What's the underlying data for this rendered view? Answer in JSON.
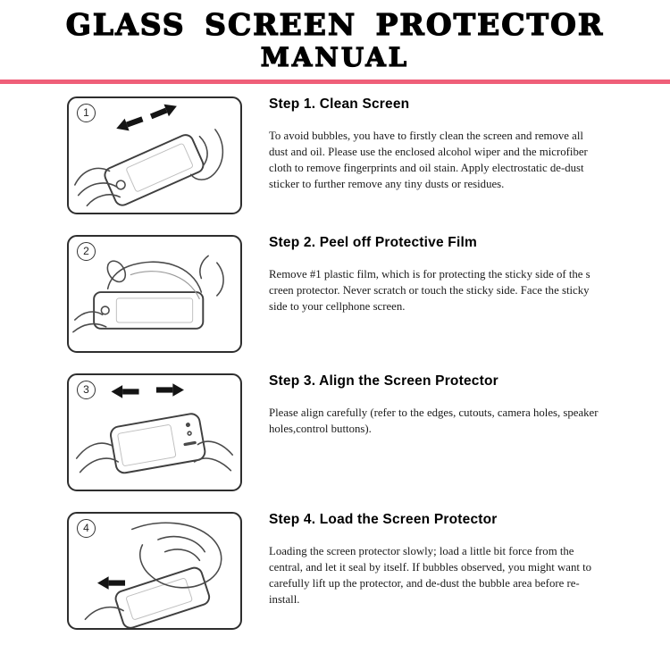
{
  "title": {
    "line1": "GLASS SCREEN PROTECTOR",
    "line2": "MANUAL"
  },
  "accent_color": "#ef5f78",
  "steps": [
    {
      "number": "1",
      "heading": "Step 1. Clean Screen",
      "body": "To avoid bubbles, you have to firstly clean the screen and remove all dust and oil. Please use the enclosed alcohol wiper and the microfiber cloth to remove fingerprints and oil stain. Apply electrostatic de-dust sticker to further remove any tiny dusts or residues."
    },
    {
      "number": "2",
      "heading": "Step 2. Peel off Protective Film",
      "body": "Remove #1 plastic film, which is for protecting the sticky side of the s creen protector. Never scratch or touch the sticky side. Face the sticky side to your cellphone screen."
    },
    {
      "number": "3",
      "heading": "Step 3. Align the Screen Protector",
      "body": "Please align carefully (refer to the edges, cutouts, camera holes, speaker holes,control buttons)."
    },
    {
      "number": "4",
      "heading": "Step 4. Load the Screen Protector",
      "body": "Loading the screen protector slowly; load a little bit force from the central, and let it seal by itself. If bubbles observed, you might want to carefully lift up the protector, and de-dust the bubble area before re-install."
    }
  ]
}
